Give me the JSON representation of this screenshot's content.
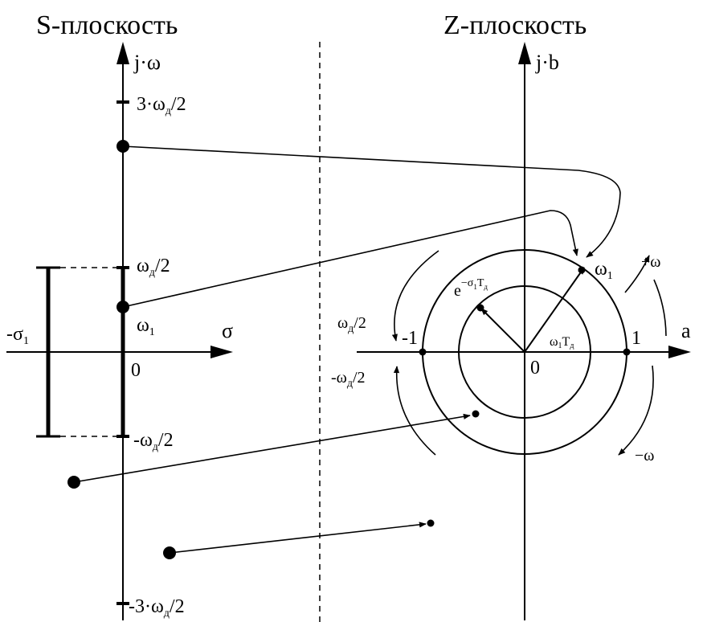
{
  "s_plane": {
    "title": "S-плоскость",
    "axis_y_prefix": "j·ω",
    "axis_x": "σ",
    "origin": "0",
    "tick_3wd2": {
      "main": "3·ω",
      "sub": "д",
      "tail": "/2"
    },
    "tick_wd2": {
      "main": "ω",
      "sub": "д",
      "tail": "/2"
    },
    "tick_neg_wd2": {
      "main": "-ω",
      "sub": "д",
      "tail": "/2"
    },
    "tick_neg_3wd2": {
      "main": "-3·ω",
      "sub": "д",
      "tail": "/2"
    },
    "w1": {
      "main": "ω",
      "sub": "1"
    },
    "sigma1": {
      "main": "-σ",
      "sub": "1"
    }
  },
  "z_plane": {
    "title": "Z-плоскость",
    "axis_y": "j·b",
    "axis_x": "a",
    "origin": "0",
    "one": "1",
    "minus_one": "-1",
    "w1": {
      "main": "ω",
      "sub": "1"
    },
    "exp_label": {
      "base": "e",
      "sup_main": "−σ",
      "sup_sub1": "1",
      "sup_T": "T",
      "sup_sub2": "д"
    },
    "w1T": {
      "main": "ω",
      "sub1": "1",
      "T": "T",
      "sub2": "д"
    },
    "plus_omega": "+ω",
    "minus_omega": "−ω",
    "left_top": {
      "main": "ω",
      "sub": "д",
      "tail": "/2"
    },
    "left_bottom": {
      "main": "-ω",
      "sub": "д",
      "tail": "/2"
    }
  }
}
